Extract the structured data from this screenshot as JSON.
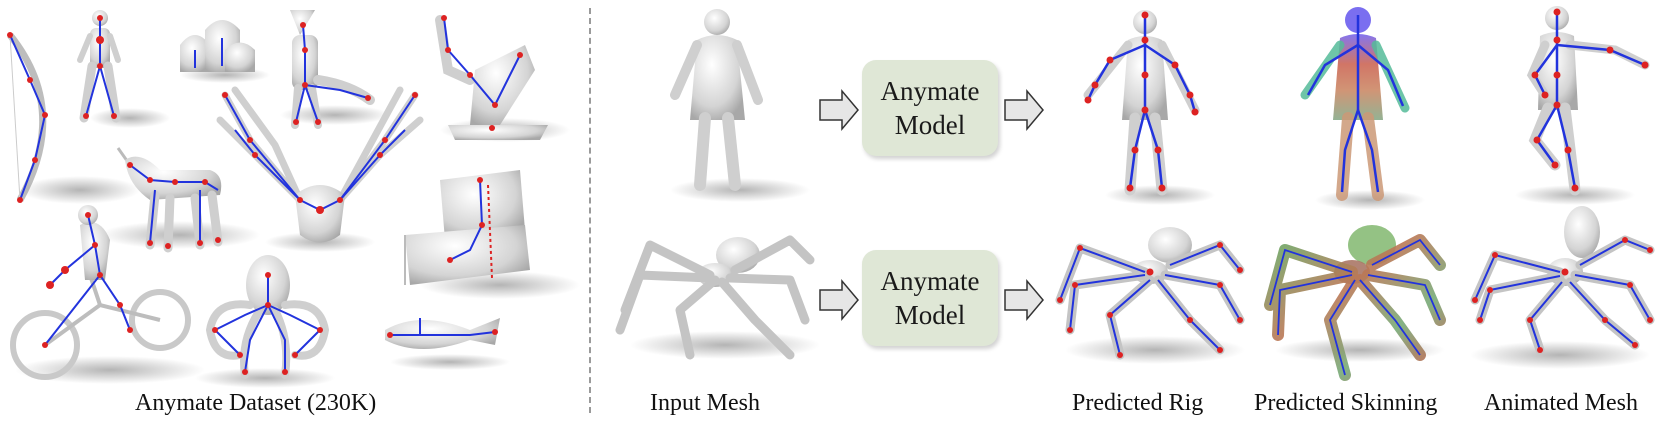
{
  "captions": {
    "dataset": "Anymate Dataset (230K)",
    "input_mesh": "Input Mesh",
    "predicted_rig": "Predicted Rig",
    "predicted_skinning": "Predicted Skinning",
    "animated_mesh": "Animated Mesh"
  },
  "model_boxes": [
    {
      "line1": "Anymate",
      "line2": "Model"
    },
    {
      "line1": "Anymate",
      "line2": "Model"
    }
  ],
  "colors": {
    "mesh": "#d9d9d9",
    "bone": "#2233dd",
    "joint": "#dd2222",
    "model_box": "#dfe7d6",
    "arrow": "#e6e6e6"
  }
}
